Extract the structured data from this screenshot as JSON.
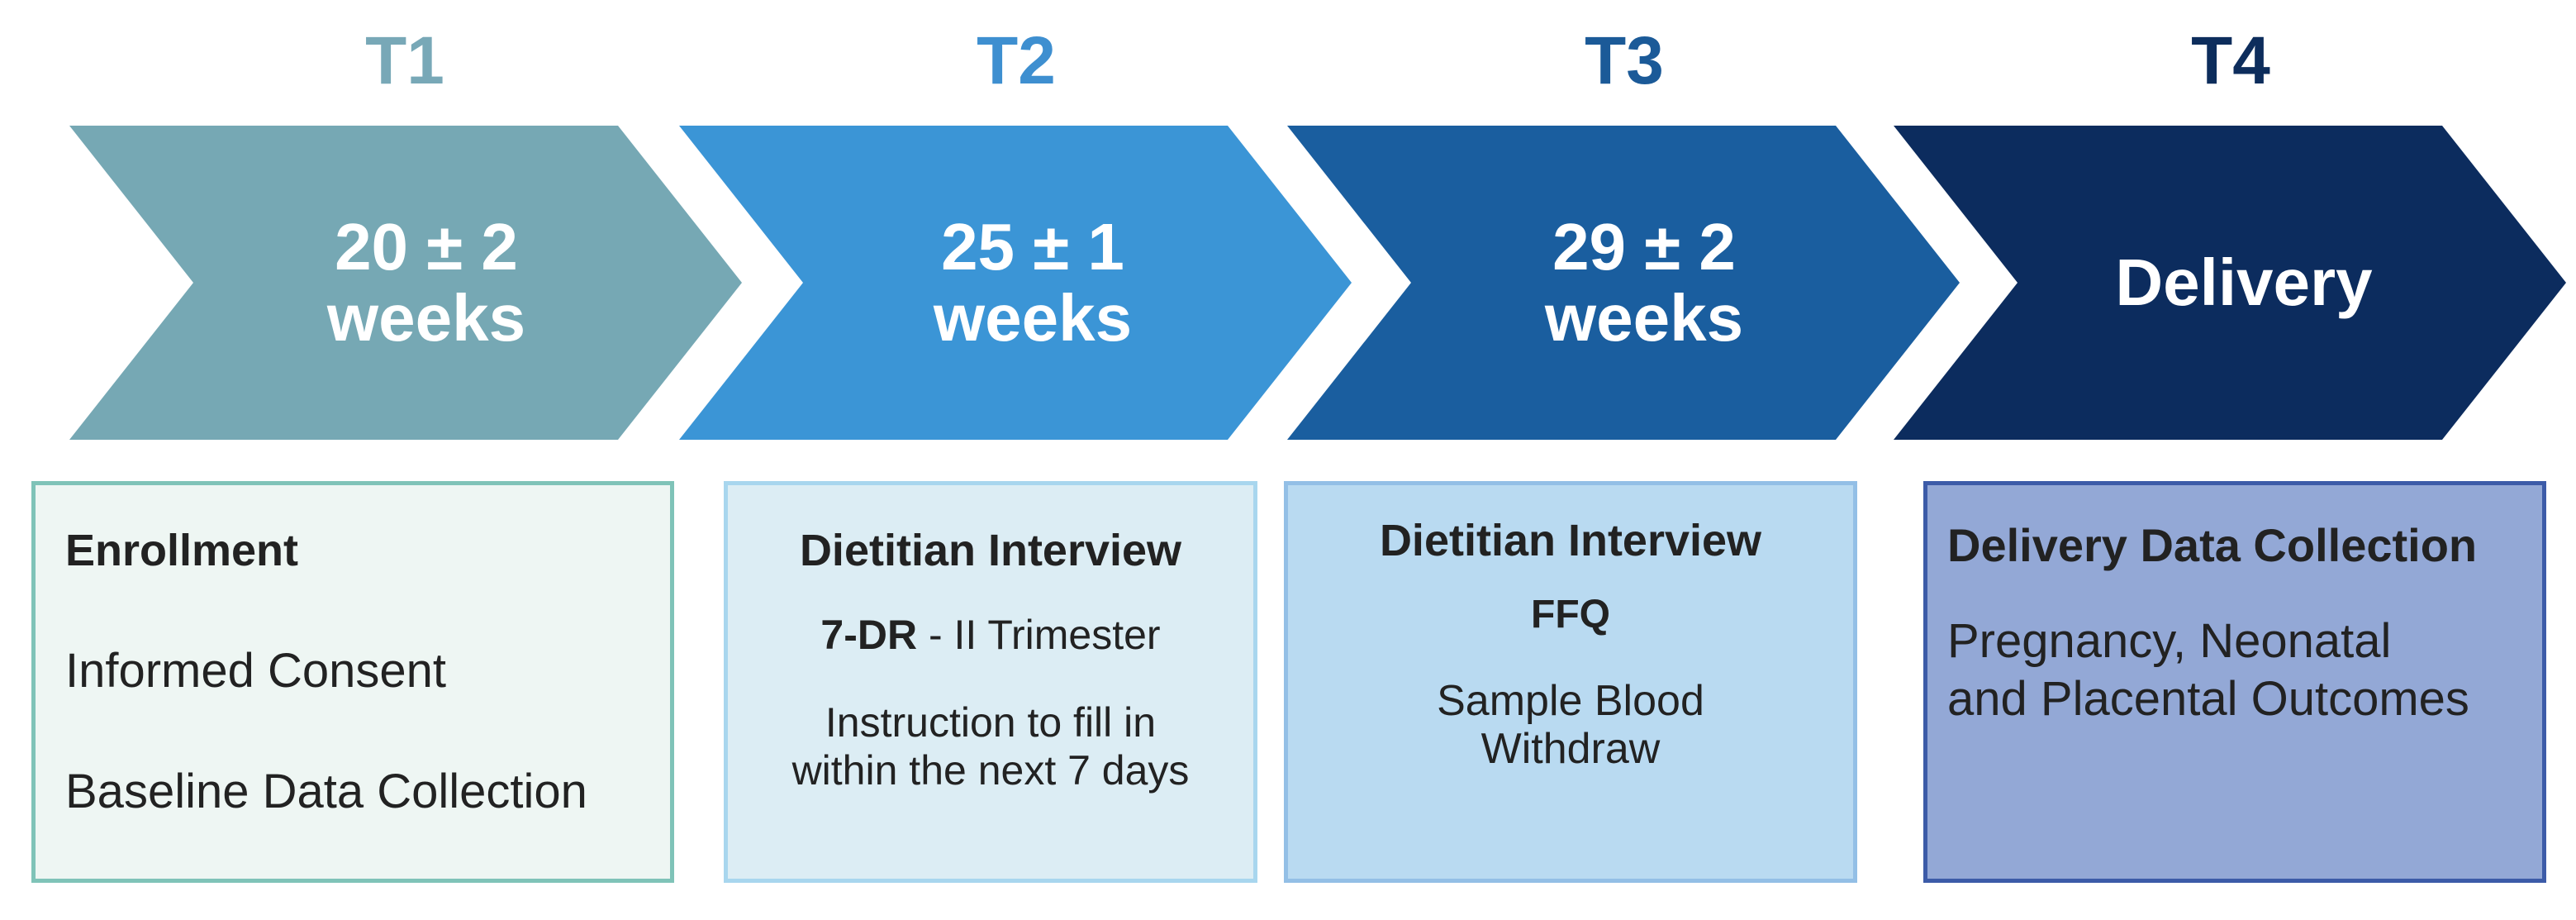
{
  "timepoints": [
    {
      "label": "T1",
      "label_color": "#78a8b7",
      "fill": "#76a8b4",
      "timing": "20 ± 2\nweeks"
    },
    {
      "label": "T2",
      "label_color": "#3e8fd0",
      "fill": "#3b95d6",
      "timing": "25 ± 1\nweeks"
    },
    {
      "label": "T3",
      "label_color": "#1b5a98",
      "fill": "#1a5e9f",
      "timing": "29 ± 2\nweeks"
    },
    {
      "label": "T4",
      "label_color": "#0d2d5c",
      "fill": "#0c2c5e",
      "timing": "Delivery"
    }
  ],
  "boxes": [
    {
      "title": "Enrollment",
      "line1": "Informed Consent",
      "line2": "Baseline Data Collection"
    },
    {
      "title": "Dietitian Interview",
      "line1_bold": "7-DR",
      "line1_rest": " - II Trimester",
      "line2": "Instruction to fill in\nwithin the next 7 days"
    },
    {
      "title": "Dietitian Interview",
      "line1": "FFQ",
      "line2": "Sample Blood\nWithdraw"
    },
    {
      "title": "Delivery Data Collection",
      "line1": "Pregnancy, Neonatal\nand Placental Outcomes"
    }
  ]
}
